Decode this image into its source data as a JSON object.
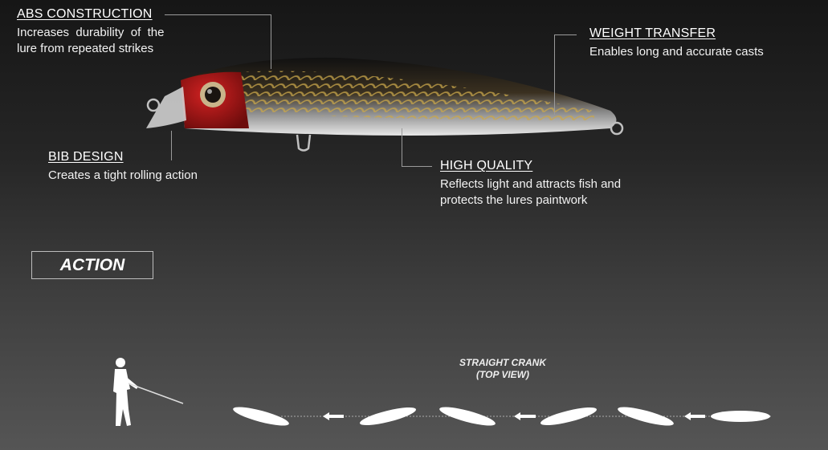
{
  "features": {
    "abs": {
      "title": "ABS CONSTRUCTION",
      "desc_1": "Increases  durability  of  the",
      "desc_2": "lure from repeated strikes"
    },
    "weight": {
      "title": "WEIGHT TRANSFER",
      "desc": "Enables long and accurate casts"
    },
    "bib": {
      "title": "BIB DESIGN",
      "desc": "Creates a tight rolling action"
    },
    "quality": {
      "title": "HIGH QUALITY",
      "desc_1": "Reflects light and attracts fish and",
      "desc_2": "protects the lures paintwork"
    }
  },
  "action": {
    "label": "ACTION",
    "crank_1": "STRAIGHT CRANK",
    "crank_2": "(TOP VIEW)"
  },
  "colors": {
    "head": "#b0181a",
    "body": "#1c1a14",
    "scale": "#c9a64a"
  }
}
